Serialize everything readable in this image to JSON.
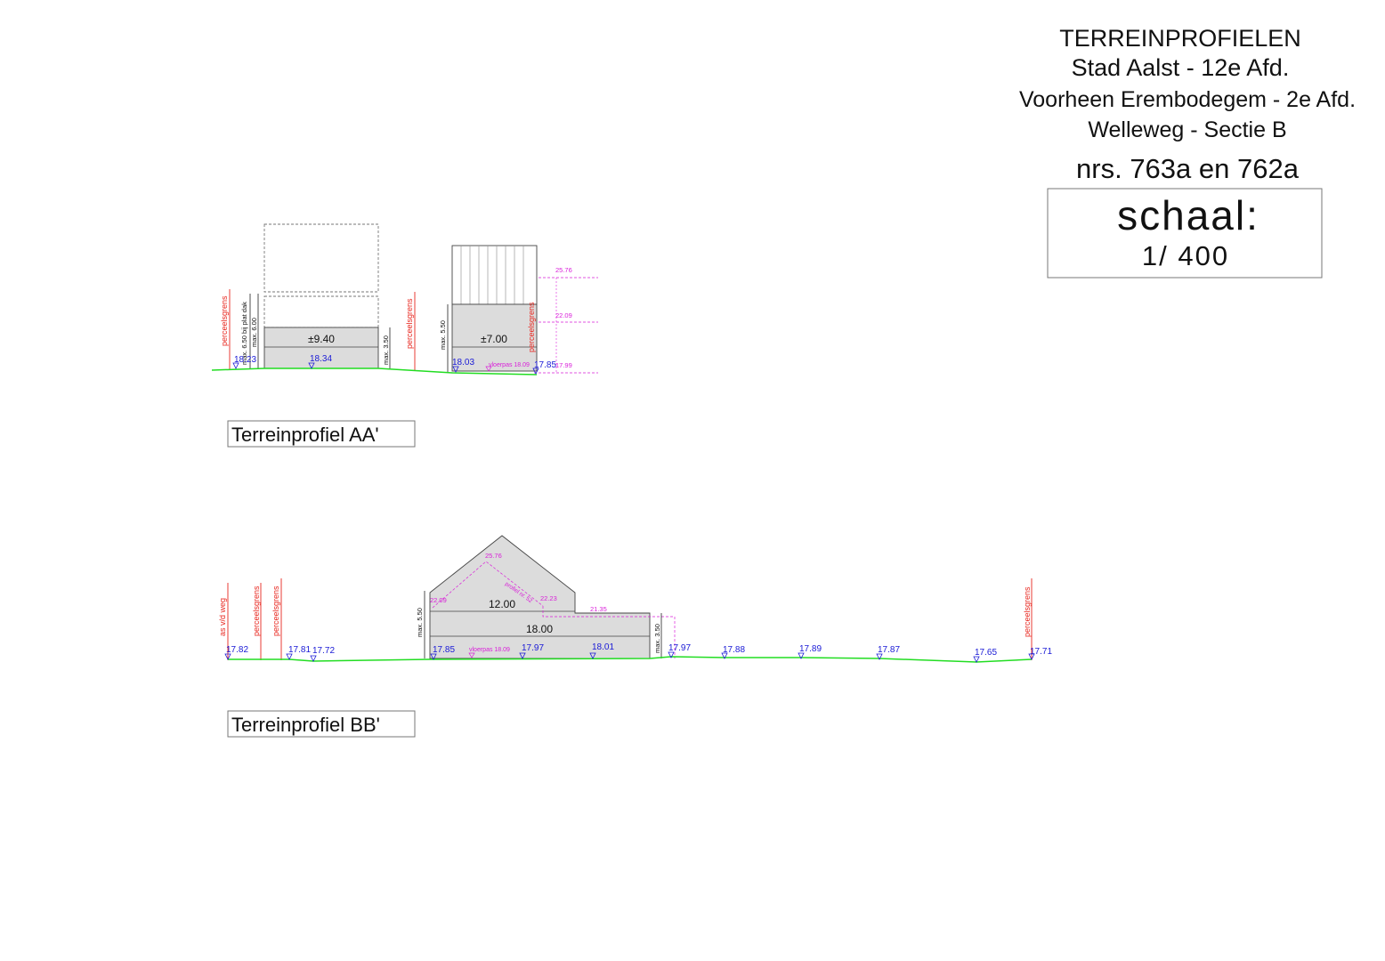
{
  "title_block": {
    "line1": "TERREINPROFIELEN",
    "line2": "Stad Aalst - 12e Afd.",
    "line3": "Voorheen Erembodegem - 2e Afd.",
    "line4": "Welleweg - Sectie B",
    "line5": "nrs. 763a en 762a",
    "scale_label": "schaal:",
    "scale_value": "1/ 400"
  },
  "profile_aa": {
    "caption": "Terreinprofiel AA'",
    "perceelsgrens": "perceelsgrens",
    "dim_max650": "max. 6.50 bij plat dak",
    "dim_max600": "max. 6.00",
    "dim_max350": "max. 3.50",
    "dim_max550": "max. 5.50",
    "width_left": "±9.40",
    "width_right": "±7.00",
    "lvl_1823": "18.23",
    "lvl_1834": "18.34",
    "lvl_1803": "18.03",
    "lvl_1785": "17.85",
    "vloerpas": "vloerpas 18.09",
    "lvl_1799": "17.99",
    "lvl_2576": "25.76",
    "lvl_2209": "22.09"
  },
  "profile_bb": {
    "caption": "Terreinprofiel BB'",
    "as_weg": "as v/d weg",
    "perceelsgrens": "perceelsgrens",
    "dim_max550": "max. 5.50",
    "dim_max350": "max. 3.50",
    "width_12": "12.00",
    "width_18": "18.00",
    "lvl_2576": "25.76",
    "profiel_nr": "profiel nr. 52",
    "lvl_2209": "22.09",
    "lvl_2223": "22.23",
    "lvl_2135": "21.35",
    "vloerpas": "vloerpas 18.09",
    "lvl_1782": "17.82",
    "lvl_1781": "17.81",
    "lvl_1772": "17.72",
    "lvl_1785": "17.85",
    "lvl_1797a": "17.97",
    "lvl_1801": "18.01",
    "lvl_1797b": "17.97",
    "lvl_1788": "17.88",
    "lvl_1789": "17.89",
    "lvl_1787": "17.87",
    "lvl_1765": "17.65",
    "lvl_1771": "17.71"
  },
  "colors": {
    "ground": "#22dd22",
    "boundary": "#e8261e",
    "level": "#1a1ad6",
    "magenta": "#d91ed9",
    "building": "#dcdcdc"
  }
}
